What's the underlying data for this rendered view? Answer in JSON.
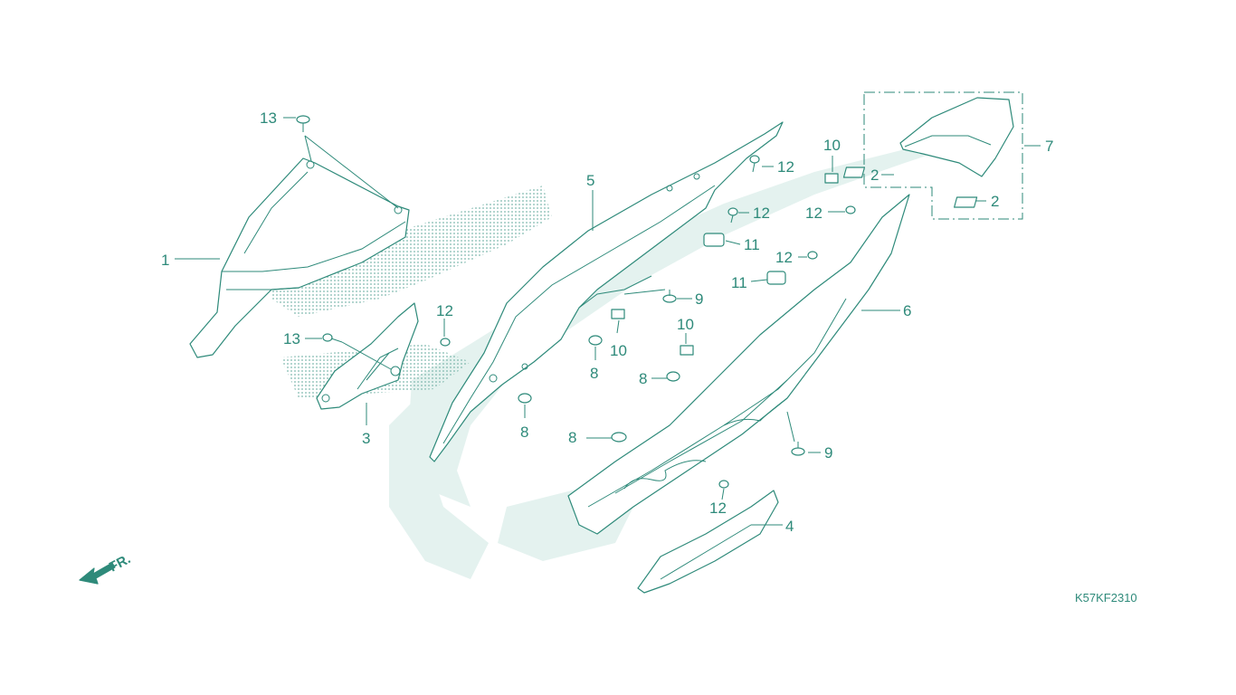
{
  "diagram": {
    "code": "K57KF2310",
    "direction_label": "FR.",
    "callouts": [
      {
        "id": "c13a",
        "text": "13"
      },
      {
        "id": "c1",
        "text": "1"
      },
      {
        "id": "c13b",
        "text": "13"
      },
      {
        "id": "c12a",
        "text": "12"
      },
      {
        "id": "c3",
        "text": "3"
      },
      {
        "id": "c5",
        "text": "5"
      },
      {
        "id": "c12b",
        "text": "12"
      },
      {
        "id": "c12c",
        "text": "12"
      },
      {
        "id": "c11a",
        "text": "11"
      },
      {
        "id": "c11b",
        "text": "11"
      },
      {
        "id": "c9a",
        "text": "9"
      },
      {
        "id": "c10a",
        "text": "10"
      },
      {
        "id": "c8a",
        "text": "8"
      },
      {
        "id": "c8b",
        "text": "8"
      },
      {
        "id": "c8c",
        "text": "8"
      },
      {
        "id": "c8d",
        "text": "8"
      },
      {
        "id": "c10b",
        "text": "10"
      },
      {
        "id": "c10c",
        "text": "10"
      },
      {
        "id": "c12d",
        "text": "12"
      },
      {
        "id": "c12e",
        "text": "12"
      },
      {
        "id": "c2a",
        "text": "2"
      },
      {
        "id": "c2b",
        "text": "2"
      },
      {
        "id": "c7",
        "text": "7"
      },
      {
        "id": "c6",
        "text": "6"
      },
      {
        "id": "c9b",
        "text": "9"
      },
      {
        "id": "c12f",
        "text": "12"
      },
      {
        "id": "c4",
        "text": "4"
      }
    ],
    "colors": {
      "line": "#2e8a7a",
      "watermark": "#e4f2ef",
      "background": "#ffffff"
    }
  }
}
